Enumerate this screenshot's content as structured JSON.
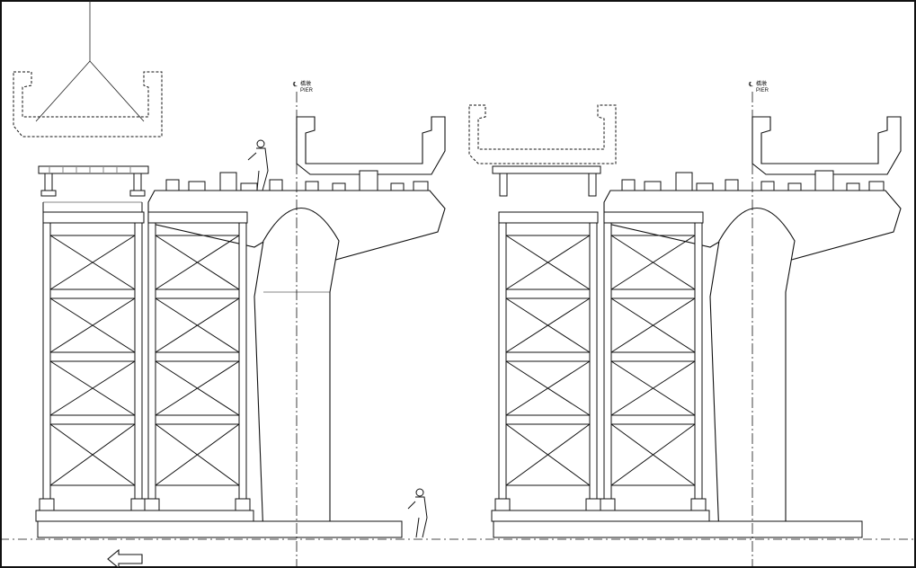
{
  "drawing": {
    "stages": [
      {
        "id": "left",
        "pier_label_cn": "橋墩",
        "pier_label_en": "PIER",
        "centerline_symbol": "℄"
      },
      {
        "id": "right",
        "pier_label_cn": "橋墩",
        "pier_label_en": "PIER",
        "centerline_symbol": "℄"
      }
    ],
    "colors": {
      "line": "#111111",
      "background": "#ffffff",
      "hidden_line": "#555555"
    },
    "icons": [
      "workers",
      "direction-arrow-left",
      "crane-hook-cables"
    ]
  }
}
